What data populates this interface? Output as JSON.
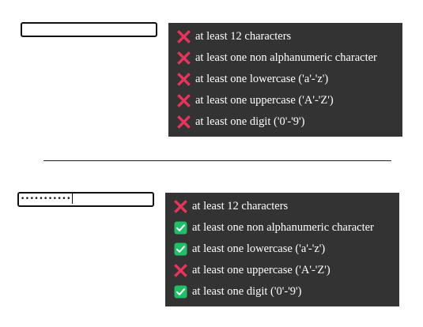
{
  "colors": {
    "panel_bg": "#333333",
    "fail": "#e8335a",
    "pass": "#1fbf66",
    "text": "#ffffff"
  },
  "examples": [
    {
      "input": {
        "value": ""
      },
      "rules": [
        {
          "label": "at least 12 characters",
          "status": "fail",
          "icon": "cross-icon"
        },
        {
          "label": "at least one non alphanumeric character",
          "status": "fail",
          "icon": "cross-icon"
        },
        {
          "label": "at least one lowercase ('a'-'z')",
          "status": "fail",
          "icon": "cross-icon"
        },
        {
          "label": "at least one uppercase ('A'-'Z')",
          "status": "fail",
          "icon": "cross-icon"
        },
        {
          "label": "at least one digit ('0'-'9')",
          "status": "fail",
          "icon": "cross-icon"
        }
      ]
    },
    {
      "input": {
        "value": "•••••••••••"
      },
      "rules": [
        {
          "label": "at least 12 characters",
          "status": "fail",
          "icon": "cross-icon"
        },
        {
          "label": "at least one non alphanumeric character",
          "status": "pass",
          "icon": "check-icon"
        },
        {
          "label": "at least one lowercase ('a'-'z')",
          "status": "pass",
          "icon": "check-icon"
        },
        {
          "label": "at least one uppercase ('A'-'Z')",
          "status": "fail",
          "icon": "cross-icon"
        },
        {
          "label": "at least one digit ('0'-'9')",
          "status": "pass",
          "icon": "check-icon"
        }
      ]
    }
  ]
}
